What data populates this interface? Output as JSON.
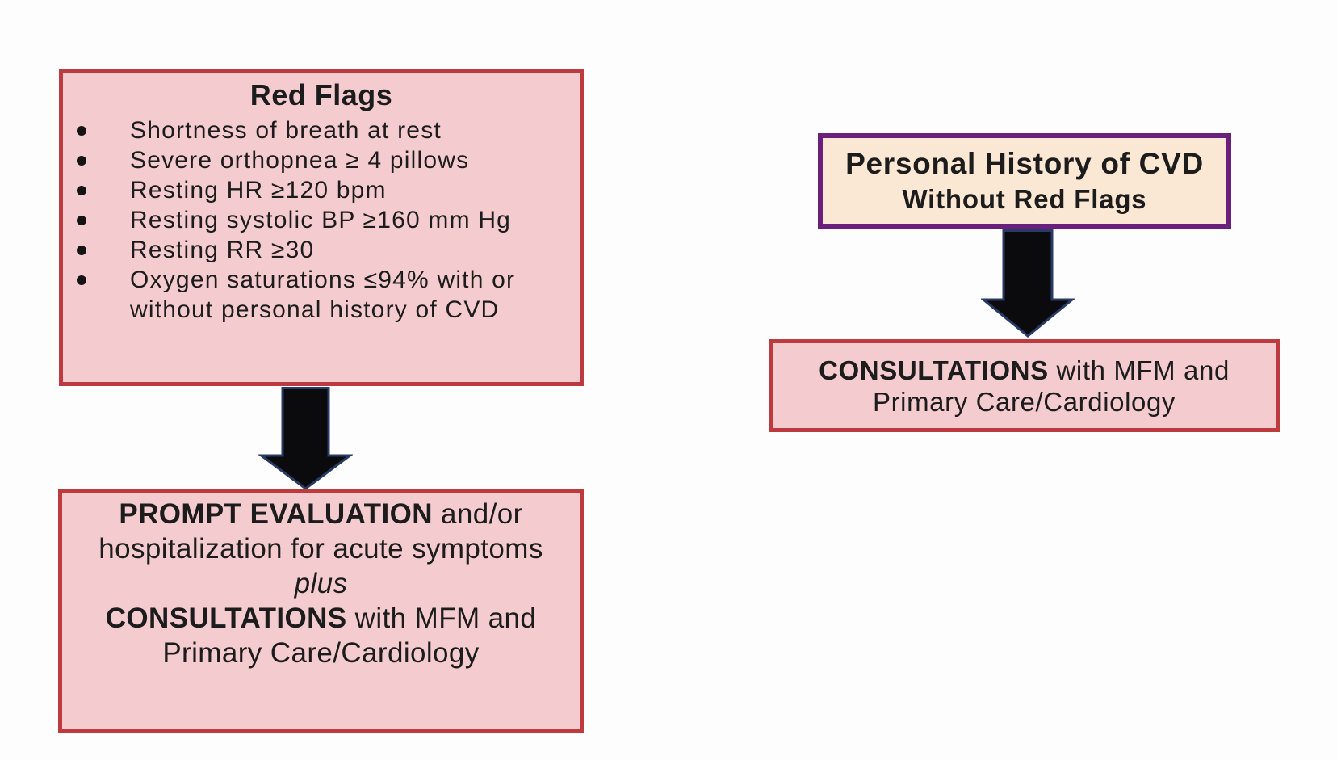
{
  "colors": {
    "box_fill_pink": "#f4cbce",
    "box_border_red": "#bd3a3f",
    "box_fill_cream": "#fbe8d4",
    "box_border_purple": "#6b1f7c",
    "arrow_fill": "#0b0b0e",
    "arrow_outline": "#2a3a66",
    "text": "#1c1c1c",
    "background": "#fdfdfd"
  },
  "red_flags_box": {
    "title": "Red Flags",
    "items": [
      "Shortness of breath at rest",
      "Severe orthopnea ≥ 4 pillows",
      "Resting HR ≥120 bpm",
      "Resting systolic BP ≥160 mm Hg",
      "Resting RR ≥30",
      "Oxygen saturations ≤94% with or without personal history of CVD"
    ]
  },
  "prompt_evaluation_box": {
    "line1_bold": "PROMPT EVALUATION",
    "line1_rest": " and/or",
    "line2": "hospitalization for acute symptoms",
    "line3_italic": "plus",
    "line4_bold": "CONSULTATIONS",
    "line4_rest": " with MFM and",
    "line5": "Primary Care/Cardiology"
  },
  "personal_history_box": {
    "line1": "Personal History of CVD",
    "line2": "Without Red Flags"
  },
  "consultations_box": {
    "line1_bold": "CONSULTATIONS",
    "line1_rest": " with MFM and",
    "line2": "Primary Care/Cardiology"
  }
}
